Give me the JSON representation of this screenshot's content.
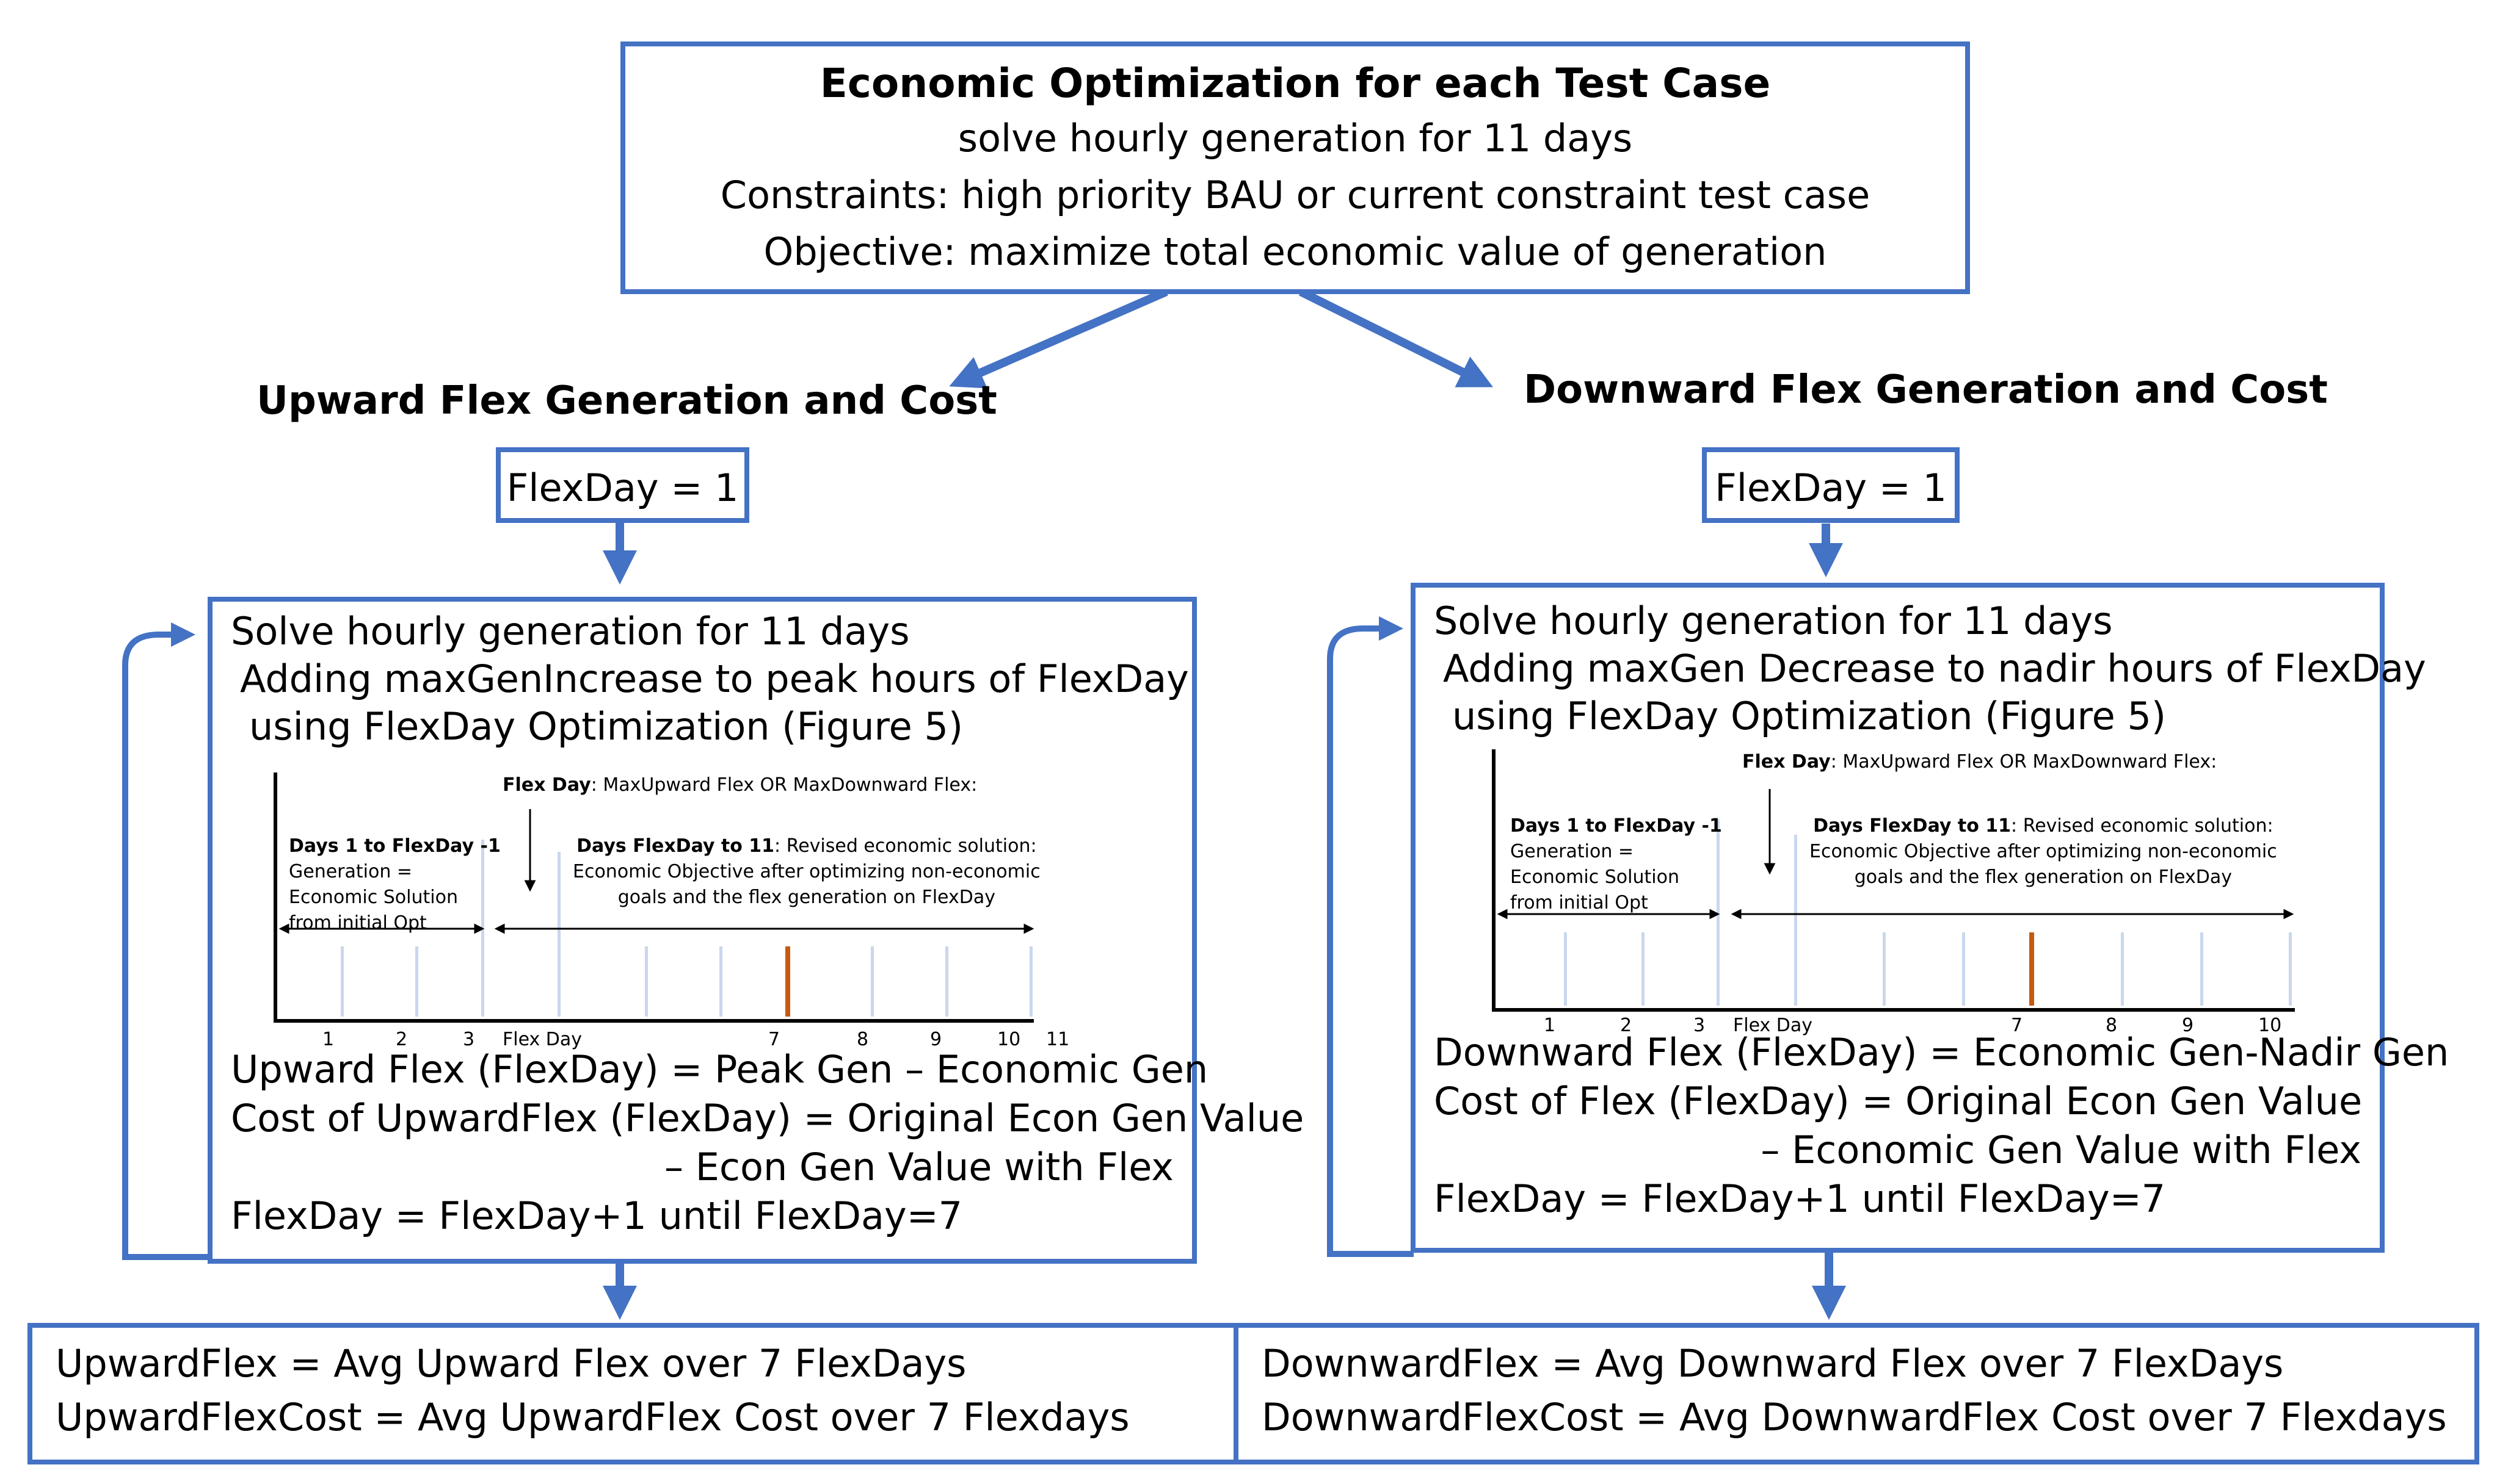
{
  "top_box": {
    "title": "Economic Optimization for each Test Case",
    "line1": "solve hourly generation for 11 days",
    "line2": "Constraints: high priority BAU or current constraint test case",
    "line3": "Objective: maximize total economic value of generation"
  },
  "upward": {
    "heading": "Upward Flex Generation and Cost",
    "init": "FlexDay = 1",
    "loop": {
      "line1": "Solve hourly generation for 11 days",
      "line2": "Adding maxGenIncrease to peak hours of FlexDay",
      "line3": "using FlexDay Optimization (Figure 5)",
      "formula1": "Upward Flex (FlexDay) = Peak Gen – Economic Gen",
      "formula2": "Cost of UpwardFlex (FlexDay)  = Original Econ Gen Value",
      "formula3": "– Econ Gen Value with Flex",
      "increment": "FlexDay = FlexDay+1 until FlexDay=7"
    },
    "result1": "UpwardFlex = Avg Upward Flex over 7 FlexDays",
    "result2": "UpwardFlexCost = Avg UpwardFlex Cost over 7 Flexdays"
  },
  "downward": {
    "heading": "Downward Flex Generation and Cost",
    "init": "FlexDay = 1",
    "loop": {
      "line1": "Solve hourly generation for 11 days",
      "line2": "Adding maxGen Decrease to nadir hours of FlexDay",
      "line3": "using FlexDay Optimization (Figure 5)",
      "formula1": "Downward Flex (FlexDay) = Economic Gen-Nadir Gen",
      "formula2": "Cost of Flex (FlexDay)  = Original Econ Gen Value",
      "formula3": "– Economic Gen Value with Flex",
      "increment": "FlexDay = FlexDay+1 until FlexDay=7"
    },
    "result1": "DownwardFlex = Avg Downward Flex over 7 FlexDays",
    "result2": "DownwardFlexCost = Avg DownwardFlex Cost over 7 Flexdays"
  },
  "mini": {
    "flexday_bold": "Flex Day",
    "flexday_rest": ": MaxUpward Flex OR  MaxDownward Flex:",
    "left_bold": "Days 1 to FlexDay -1",
    "left_l2": "Generation =",
    "left_l3": "Economic Solution",
    "left_l4": "from initial Opt",
    "right_bold": "Days FlexDay to 11",
    "right_rest": ": Revised economic solution:",
    "right_l2": "Economic Objective after optimizing non-economic",
    "right_l3": "goals and the flex generation on FlexDay",
    "ticks": [
      "1",
      "2",
      "3",
      "Flex Day",
      "7",
      "8",
      "9",
      "10",
      "11"
    ]
  },
  "colors": {
    "box_border": "#4472c4",
    "flex_marker": "#c55a11",
    "mini_gridline": "#c9d7ee"
  }
}
